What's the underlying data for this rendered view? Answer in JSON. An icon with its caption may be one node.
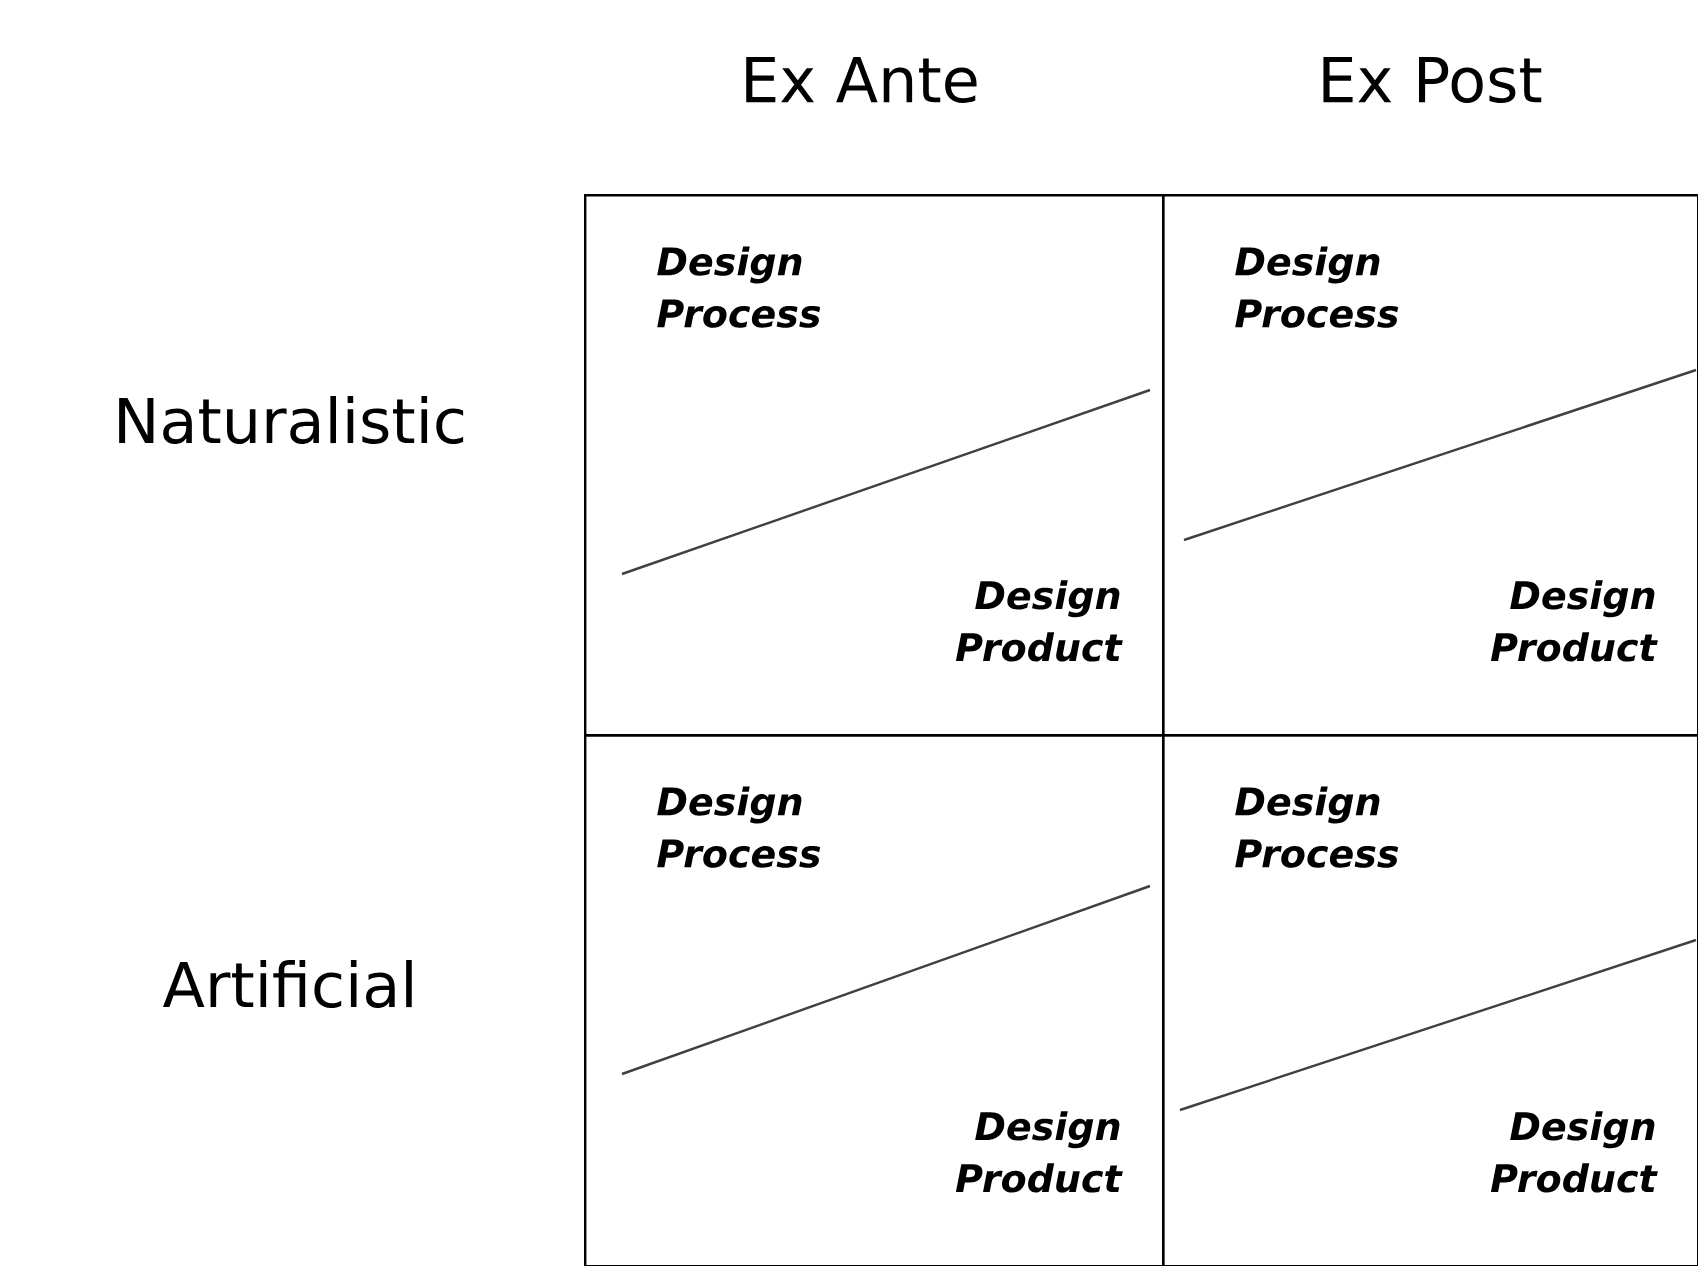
{
  "diagram": {
    "nodes": [
      {
        "text": [
          "Design Process",
          "Design Product"
        ]
      },
      {
        "text": [
          "Design Process",
          "Design Product"
        ]
      },
      {
        "text": [
          "Design Process",
          "Design Product"
        ]
      },
      {
        "text": [
          "Design Process",
          "Design Product"
        ]
      }
    ],
    "labels": [
      "Ex Ante",
      "Ex Post",
      "Naturalistic",
      "Artificial"
    ]
  }
}
